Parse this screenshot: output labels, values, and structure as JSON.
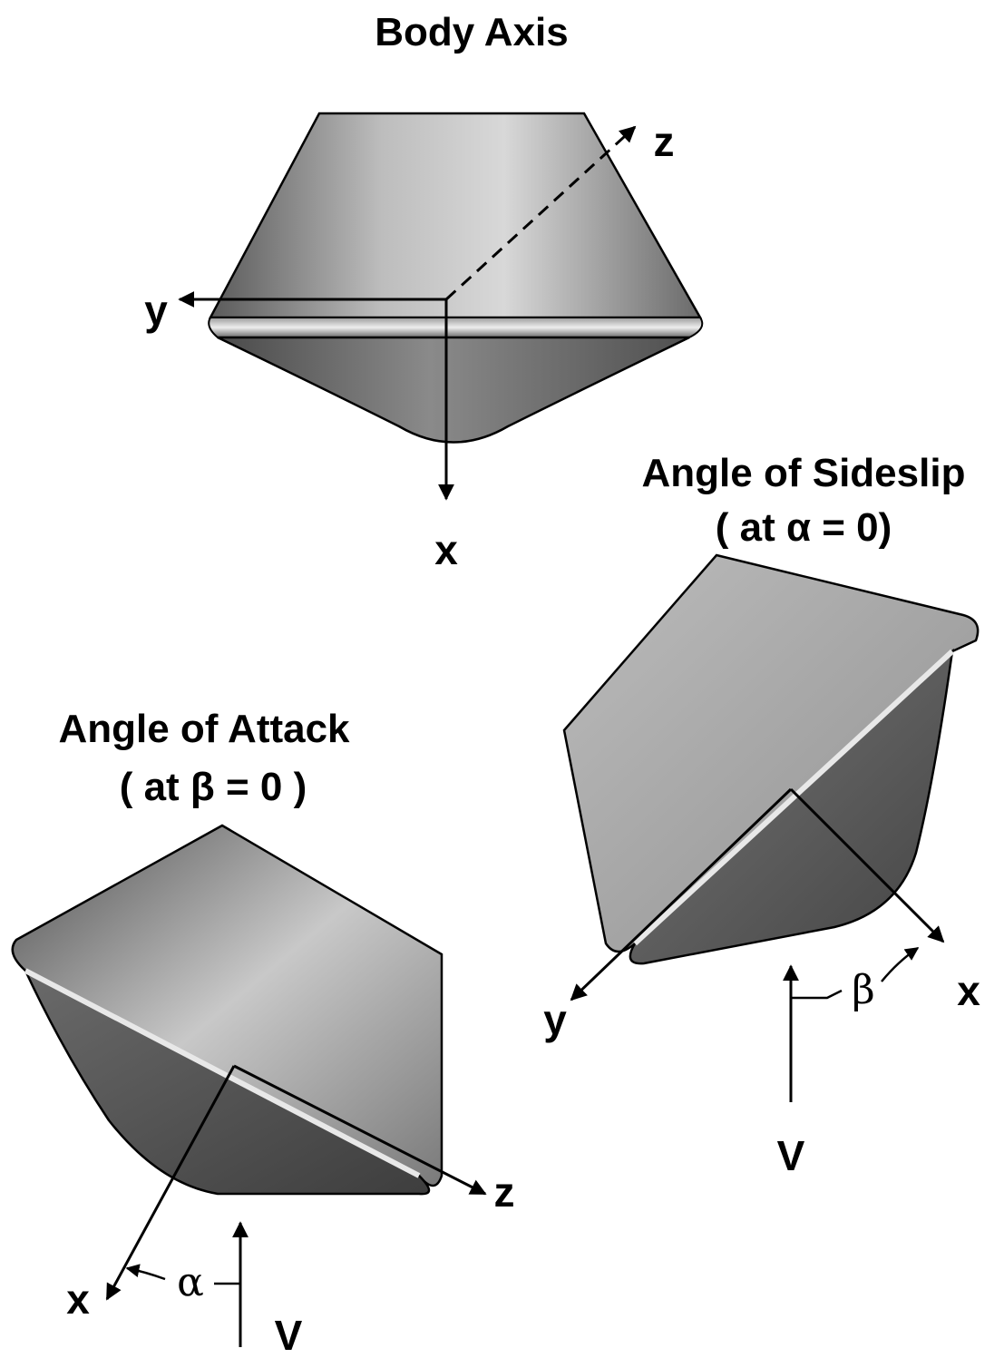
{
  "panels": {
    "body_axis": {
      "title": "Body Axis",
      "labels": {
        "x": "x",
        "y": "y",
        "z": "z"
      }
    },
    "angle_of_sideslip": {
      "title": "Angle of Sideslip",
      "condition": "( at α = 0)",
      "labels": {
        "x": "x",
        "y": "y",
        "beta": "β",
        "v": "V"
      }
    },
    "angle_of_attack": {
      "title": "Angle of Attack",
      "condition": "( at β = 0 )",
      "labels": {
        "x": "x",
        "z": "z",
        "alpha": "α",
        "v": "V"
      }
    }
  },
  "colors": {
    "ink": "#000000",
    "body_light": "#dadada",
    "body_dark": "#4a4a4a"
  }
}
